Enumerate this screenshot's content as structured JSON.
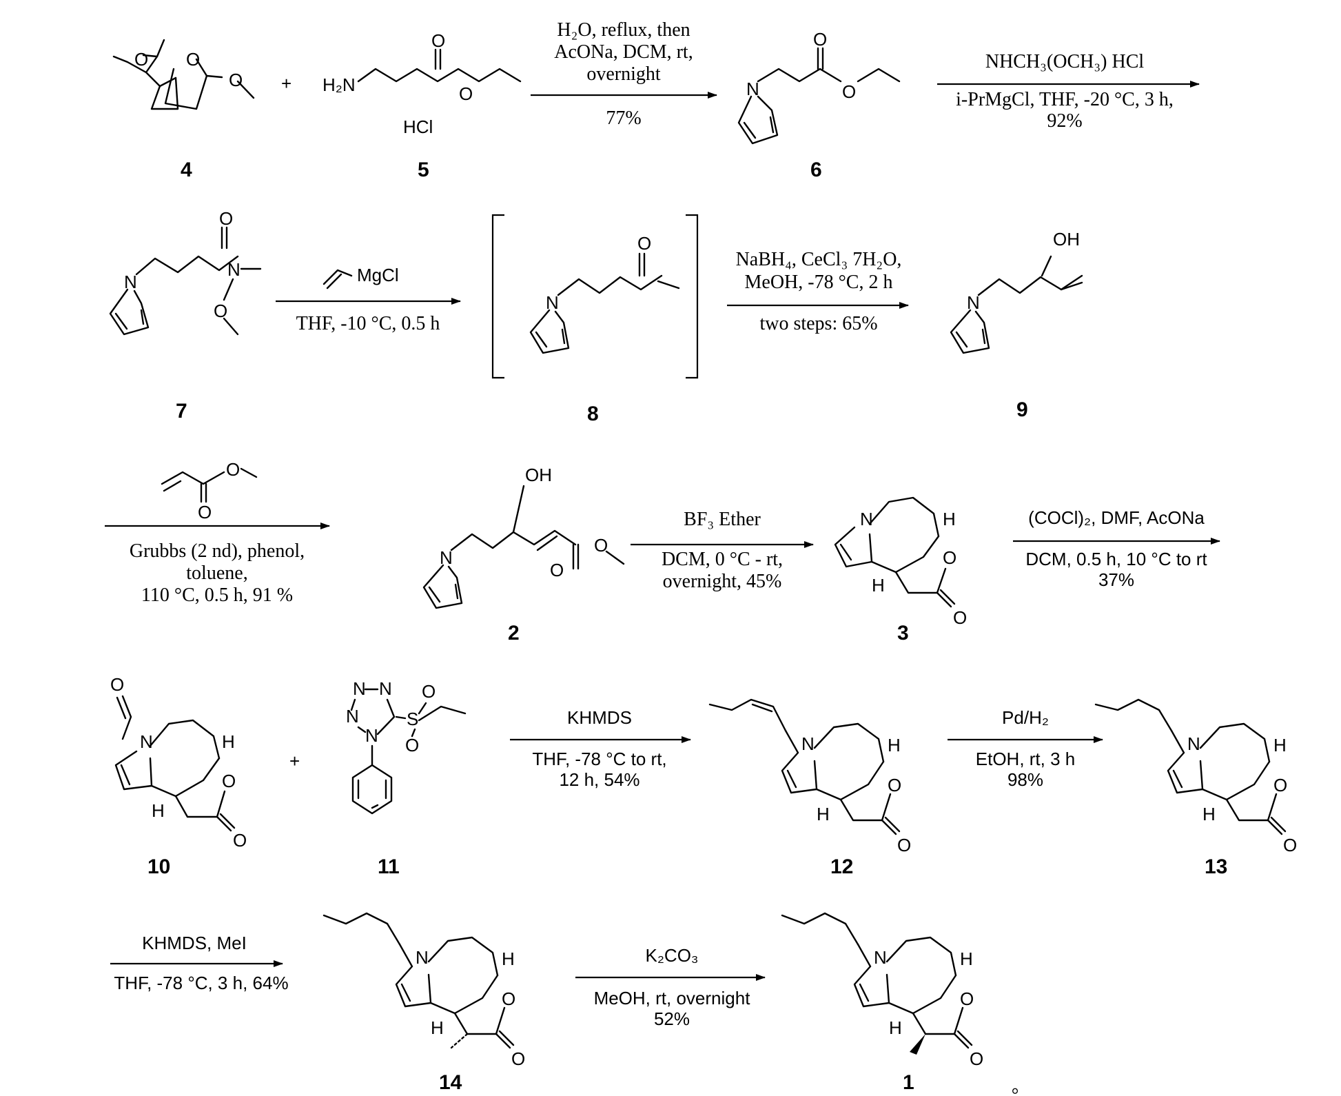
{
  "compounds": {
    "c4": "4",
    "c5": "5",
    "c6": "6",
    "c7": "7",
    "c8": "8",
    "c9": "9",
    "c2": "2",
    "c3": "3",
    "c10": "10",
    "c11": "11",
    "c12": "12",
    "c13": "13",
    "c14": "14",
    "c1": "1"
  },
  "plus": "+",
  "hcl_salt": "HCl",
  "steps": {
    "s1": {
      "above": [
        "H₂O, reflux, then",
        "AcONa, DCM, rt,",
        "overnight"
      ],
      "below": [
        "77%"
      ]
    },
    "s2": {
      "above": [
        "NHCH₃(OCH₃) HCl"
      ],
      "below": [
        "i-PrMgCl, THF, -20 °C, 3 h,",
        "92%"
      ]
    },
    "s3": {
      "reagent_atom": "MgCl",
      "below": [
        "THF, -10 °C, 0.5 h"
      ]
    },
    "s4": {
      "above": [
        "NaBH₄, CeCl₃ 7H₂O,",
        "MeOH, -78 °C, 2 h"
      ],
      "below": [
        "two steps: 65%"
      ]
    },
    "s5": {
      "reagent_atom": "O",
      "below": [
        "Grubbs (2 nd), phenol,",
        "toluene,",
        "110 °C, 0.5 h, 91 %"
      ]
    },
    "s6": {
      "above": [
        "BF₃ Ether"
      ],
      "below": [
        "DCM, 0 °C - rt,",
        "overnight, 45%"
      ]
    },
    "s7": {
      "above": [
        "(COCl)₂, DMF, AcONa"
      ],
      "below": [
        "DCM, 0.5 h, 10 °C to rt",
        "37%"
      ]
    },
    "s8": {
      "above": [
        "KHMDS"
      ],
      "below": [
        "THF, -78 °C to rt,",
        "12 h, 54%"
      ]
    },
    "s9": {
      "above": [
        "Pd/H₂"
      ],
      "below": [
        "EtOH, rt, 3 h",
        "98%"
      ]
    },
    "s10": {
      "above": [
        "KHMDS, MeI"
      ],
      "below": [
        "THF, -78 °C, 3 h, 64%"
      ]
    },
    "s11": {
      "above": [
        "K₂CO₃"
      ],
      "below": [
        "MeOH, rt, overnight",
        "52%"
      ]
    }
  },
  "atoms": {
    "O": "O",
    "N": "N",
    "H": "H",
    "OH": "OH",
    "H2N": "H₂N",
    "S": "S"
  },
  "end_mark": "。"
}
